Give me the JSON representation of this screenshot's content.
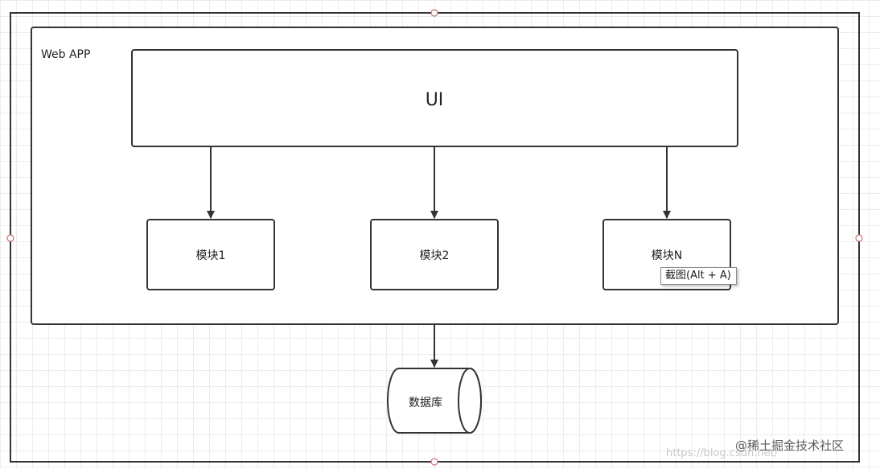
{
  "diagram": {
    "outer_title": "Web APP",
    "ui_label": "UI",
    "modules": [
      "模块1",
      "模块2",
      "模块N"
    ],
    "database_label": "数据库"
  },
  "tooltip": {
    "text": "截图(Alt + A)"
  },
  "watermark": {
    "text": "@稀土掘金技术社区",
    "url_fragment": "https://blog.csdn.net/"
  },
  "colors": {
    "stroke": "#333333",
    "grid": "#ececec",
    "handle": "#c8707a"
  }
}
